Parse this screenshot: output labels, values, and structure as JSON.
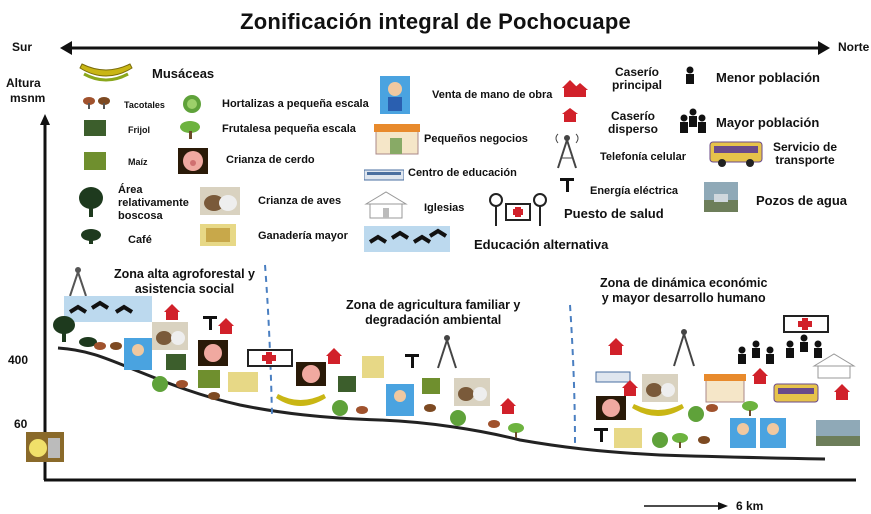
{
  "title": "Zonificación integral de Pochocuape",
  "directions": {
    "left": "Sur",
    "right": "Norte"
  },
  "y_axis": {
    "label_line1": "Altura",
    "label_line2": "msnm",
    "ticks": [
      "400",
      "60"
    ]
  },
  "scale": {
    "label": "6 km"
  },
  "legend": {
    "musaceas": "Musáceas",
    "tacotales": "Tacotales",
    "hortalizas": "Hortalizas a pequeña escala",
    "frijol": "Frijol",
    "frutales": "Frutalesa pequeña escala",
    "maiz": "Maíz",
    "cerdo": "Crianza de cerdo",
    "area_line1": "Área",
    "area_line2": "relativamente",
    "area_line3": "boscosa",
    "aves": "Crianza de aves",
    "cafe": "Café",
    "ganaderia": "Ganadería mayor",
    "venta": "Venta de mano de obra",
    "negocios": "Pequeños negocios",
    "centro_educacion": "Centro de educación",
    "iglesias": "Iglesias",
    "educacion_alternativa": "Educación alternativa",
    "caserio_principal_1": "Caserío",
    "caserio_principal_2": "principal",
    "caserio_disperso_1": "Caserío",
    "caserio_disperso_2": "disperso",
    "telefonia": "Telefonía celular",
    "energia": "Energía eléctrica",
    "puesto_salud": "Puesto de salud",
    "menor_poblacion": "Menor población",
    "mayor_poblacion": "Mayor población",
    "transporte_1": "Servicio de",
    "transporte_2": "transporte",
    "pozos": "Pozos de agua"
  },
  "zones": {
    "alta_1": "Zona alta agroforestal y",
    "alta_2": "asistencia social",
    "media_1": "Zona de agricultura familiar y",
    "media_2": "degradación ambiental",
    "baja_1": "Zona de dinámica económic",
    "baja_2": "y mayor desarrollo humano"
  },
  "colors": {
    "terrain": "#222222",
    "zone_divider": "#4a7fc1",
    "banana": "#c9b614",
    "cabbage": "#5fa23a",
    "house_red": "#d1212a",
    "person_blue": "#4aa3e0"
  }
}
